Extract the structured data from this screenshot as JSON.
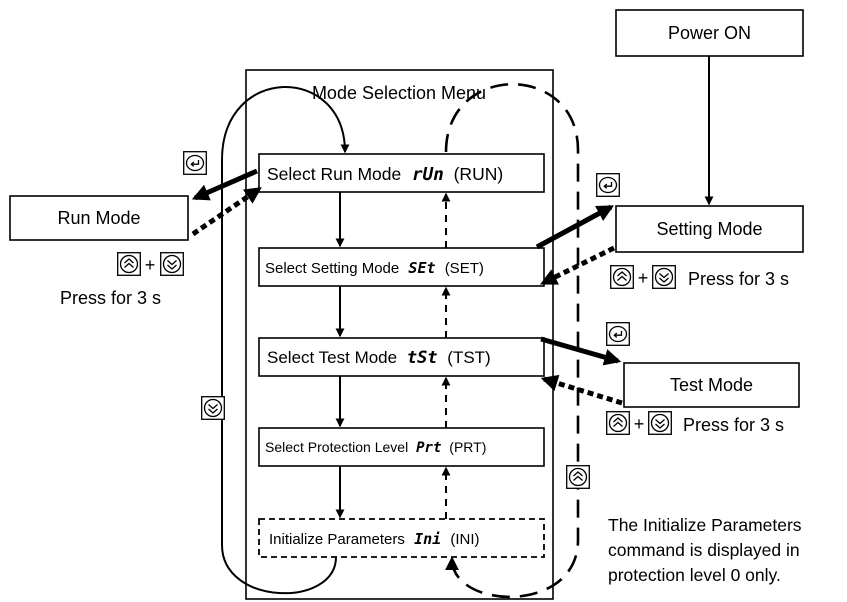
{
  "menu": {
    "title": "Mode Selection Menu",
    "items": [
      {
        "label": "Select Run Mode",
        "code": "rUn",
        "suffix": "(RUN)"
      },
      {
        "label": "Select Setting Mode",
        "code": "SEt",
        "suffix": "(SET)"
      },
      {
        "label": "Select Test Mode",
        "code": "tSt",
        "suffix": "(TST)"
      },
      {
        "label": "Select Protection Level",
        "code": "Prt",
        "suffix": "(PRT)"
      },
      {
        "label": "Initialize Parameters",
        "code": "Ini",
        "suffix": "(INI)"
      }
    ]
  },
  "modes": {
    "power_on": "Power ON",
    "run": "Run Mode",
    "setting": "Setting Mode",
    "test": "Test Mode"
  },
  "keys": {
    "plus": "+",
    "press_3s": "Press for 3 s",
    "enter_icon": "enter-key-icon",
    "up_icon": "up-key-icon",
    "down_icon": "down-key-icon"
  },
  "note": {
    "lines": [
      "The Initialize Parameters",
      "command is displayed in",
      "protection level 0 only."
    ]
  }
}
